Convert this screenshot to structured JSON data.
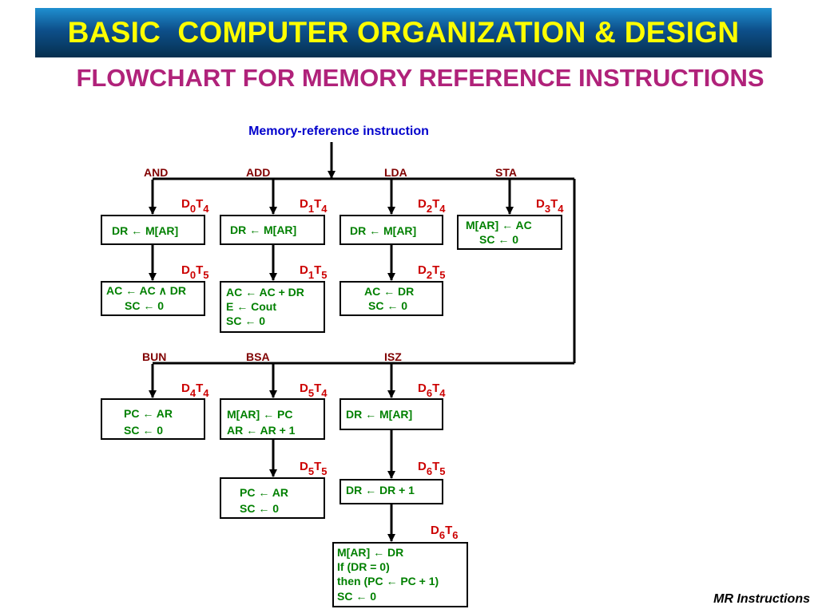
{
  "header": {
    "title": "BASIC  COMPUTER ORGANIZATION & DESIGN",
    "subtitle": "FLOWCHART FOR MEMORY REFERENCE INSTRUCTIONS"
  },
  "footer": {
    "text": "MR Instructions"
  },
  "colors": {
    "box_text": "#008000",
    "branch_label": "#800000",
    "timing": "#cc0000",
    "entry_label": "#0000cc",
    "title_text": "#ffff00",
    "subtitle_text": "#b0227a"
  },
  "flowchart": {
    "entry": "Memory-reference instruction",
    "branches": {
      "and": {
        "label": "AND",
        "t4": {
          "d": "D",
          "ds": "0",
          "t": "T",
          "ts": "4"
        },
        "box1": [
          "DR ← M[AR]"
        ],
        "t5": {
          "d": "D",
          "ds": "0",
          "t": "T",
          "ts": "5"
        },
        "box2": [
          "AC ← AC ∧ DR",
          "SC ← 0"
        ]
      },
      "add": {
        "label": "ADD",
        "t4": {
          "d": "D",
          "ds": "1",
          "t": "T",
          "ts": "4"
        },
        "box1": [
          "DR ← M[AR]"
        ],
        "t5": {
          "d": "D",
          "ds": "1",
          "t": "T",
          "ts": "5"
        },
        "box2": [
          "AC ← AC + DR",
          "E ← Cout",
          "SC ← 0"
        ]
      },
      "lda": {
        "label": "LDA",
        "t4": {
          "d": "D",
          "ds": "2",
          "t": "T",
          "ts": "4"
        },
        "box1": [
          "DR ← M[AR]"
        ],
        "t5": {
          "d": "D",
          "ds": "2",
          "t": "T",
          "ts": "5"
        },
        "box2": [
          "AC ← DR",
          "SC ← 0"
        ]
      },
      "sta": {
        "label": "STA",
        "t4": {
          "d": "D",
          "ds": "3",
          "t": "T",
          "ts": "4"
        },
        "box1": [
          "M[AR] ← AC",
          "SC ← 0"
        ]
      },
      "bun": {
        "label": "BUN",
        "t4": {
          "d": "D",
          "ds": "4",
          "t": "T",
          "ts": "4"
        },
        "box1": [
          "PC ← AR",
          "SC ← 0"
        ]
      },
      "bsa": {
        "label": "BSA",
        "t4": {
          "d": "D",
          "ds": "5",
          "t": "T",
          "ts": "4"
        },
        "box1": [
          "M[AR] ← PC",
          "AR ← AR + 1"
        ],
        "t5": {
          "d": "D",
          "ds": "5",
          "t": "T",
          "ts": "5"
        },
        "box2": [
          "PC ← AR",
          "SC ← 0"
        ]
      },
      "isz": {
        "label": "ISZ",
        "t4": {
          "d": "D",
          "ds": "6",
          "t": "T",
          "ts": "4"
        },
        "box1": [
          "DR ← M[AR]"
        ],
        "t5": {
          "d": "D",
          "ds": "6",
          "t": "T",
          "ts": "5"
        },
        "box2": [
          "DR ← DR + 1"
        ],
        "t6": {
          "d": "D",
          "ds": "6",
          "t": "T",
          "ts": "6"
        },
        "box3": [
          "M[AR] ← DR",
          "If (DR = 0)",
          "then (PC ← PC + 1)",
          "SC ← 0"
        ]
      }
    }
  }
}
